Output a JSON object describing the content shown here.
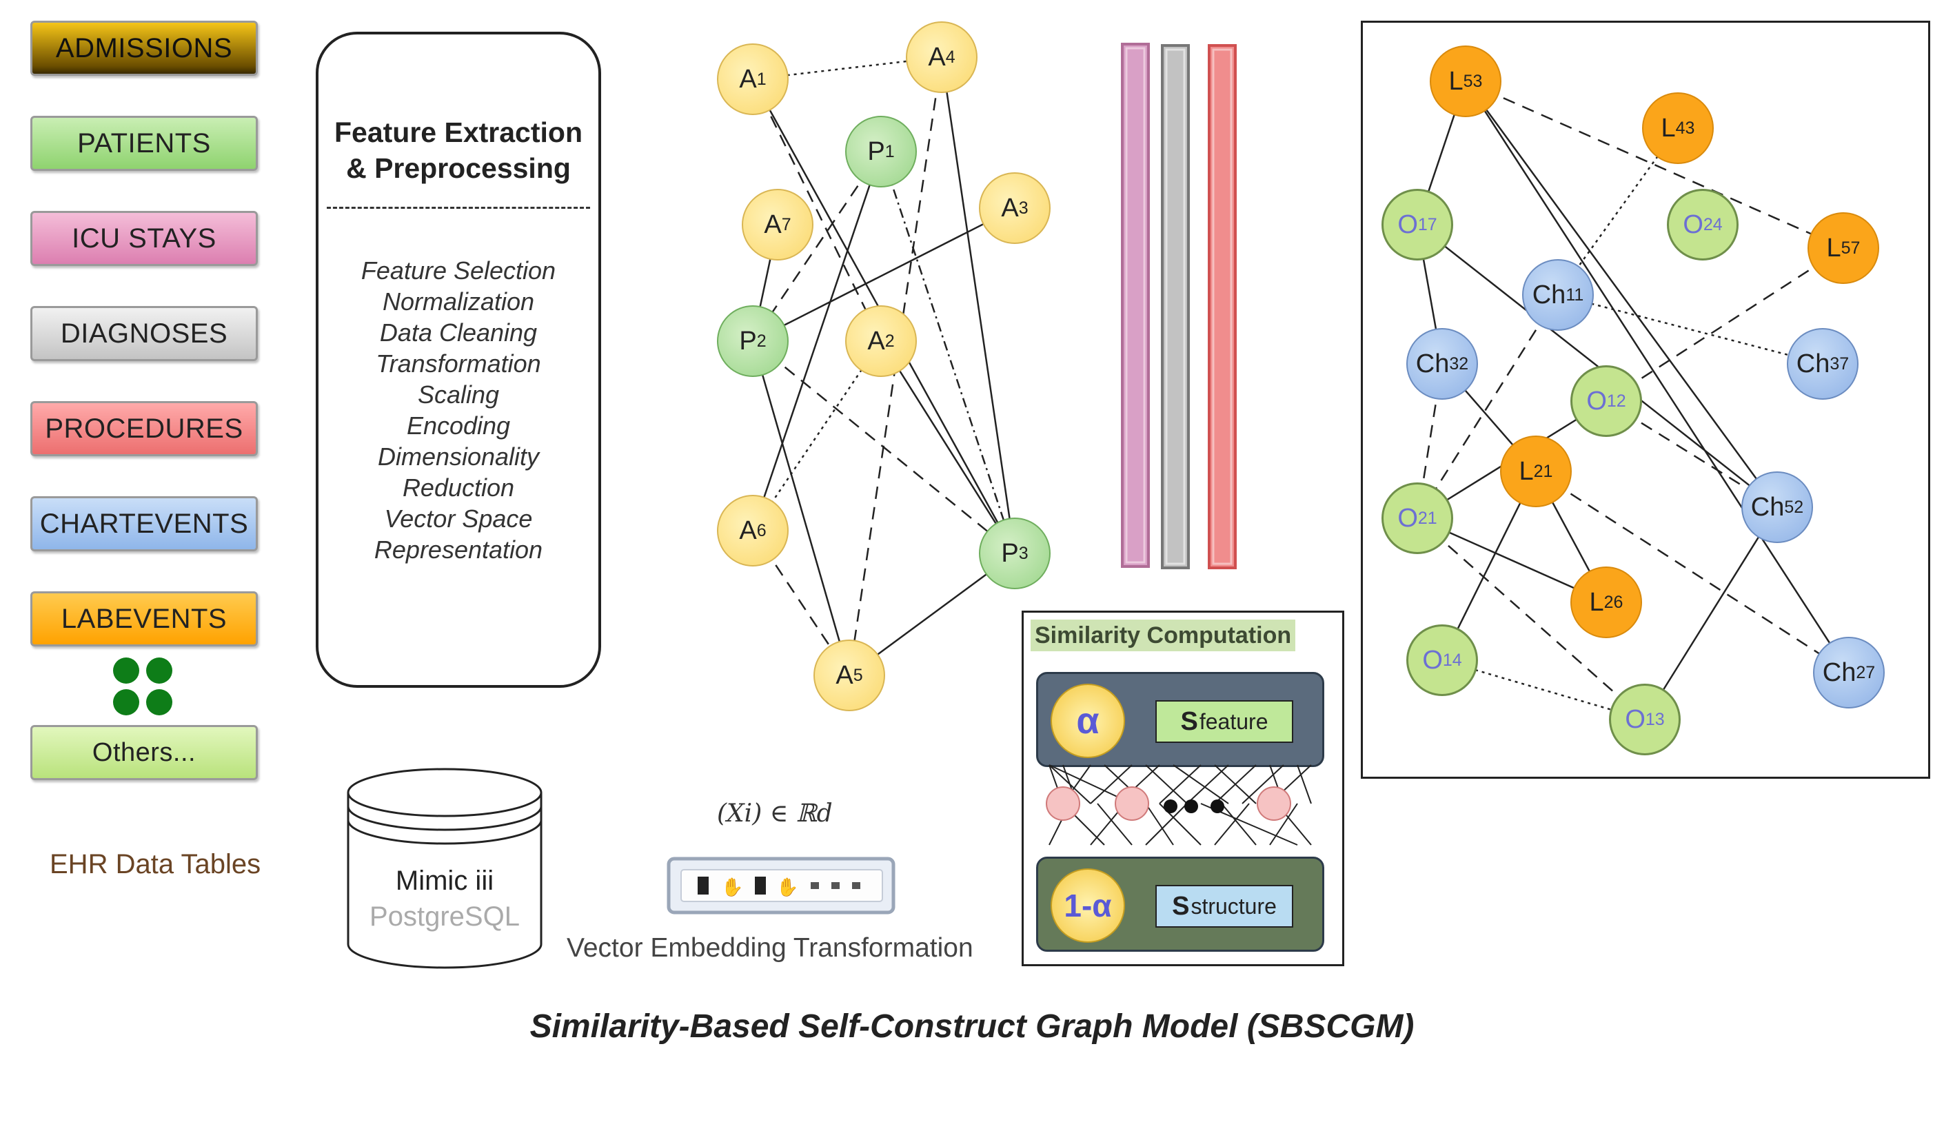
{
  "ehr_tables": {
    "items": [
      "ADMISSIONS",
      "PATIENTS",
      "ICU STAYS",
      "DIAGNOSES",
      "PROCEDURES",
      "CHARTEVENTS",
      "LABEVENTS"
    ],
    "others": "Others...",
    "caption": "EHR Data Tables"
  },
  "feature_extraction": {
    "title_line1": "Feature Extraction",
    "title_line2": "& Preprocessing",
    "steps": [
      "Feature Selection",
      "Normalization",
      "Data Cleaning",
      "Transformation",
      "Scaling",
      "Encoding",
      "Dimensionality",
      "Reduction",
      "Vector Space",
      "Representation"
    ]
  },
  "database": {
    "name": "Mimic iii",
    "engine": "PostgreSQL"
  },
  "embedding": {
    "formula": "(Xi) ∈ ℝd",
    "label": "Vector Embedding Transformation"
  },
  "patient_graph": {
    "nodes": [
      {
        "id": "A1",
        "letter": "A",
        "sub": "1",
        "kind": "admission"
      },
      {
        "id": "A4",
        "letter": "A",
        "sub": "4",
        "kind": "admission"
      },
      {
        "id": "P1",
        "letter": "P",
        "sub": "1",
        "kind": "patient"
      },
      {
        "id": "A7",
        "letter": "A",
        "sub": "7",
        "kind": "admission"
      },
      {
        "id": "A3",
        "letter": "A",
        "sub": "3",
        "kind": "admission"
      },
      {
        "id": "P2",
        "letter": "P",
        "sub": "2",
        "kind": "patient"
      },
      {
        "id": "A2",
        "letter": "A",
        "sub": "2",
        "kind": "admission"
      },
      {
        "id": "A6",
        "letter": "A",
        "sub": "6",
        "kind": "admission"
      },
      {
        "id": "P3",
        "letter": "P",
        "sub": "3",
        "kind": "patient"
      },
      {
        "id": "A5",
        "letter": "A",
        "sub": "5",
        "kind": "admission"
      }
    ]
  },
  "similarity": {
    "header": "Similarity Computation",
    "alpha": "α",
    "one_minus_alpha": "1-α",
    "s_feature": {
      "s": "S",
      "sub": "feature"
    },
    "s_structure": {
      "s": "S",
      "sub": "structure"
    }
  },
  "event_graph": {
    "nodes": [
      {
        "id": "L53",
        "letter": "L",
        "sub": "53",
        "kind": "lab"
      },
      {
        "id": "L43",
        "letter": "L",
        "sub": "43",
        "kind": "lab"
      },
      {
        "id": "O17",
        "letter": "O",
        "sub": "17",
        "kind": "other"
      },
      {
        "id": "O24",
        "letter": "O",
        "sub": "24",
        "kind": "other"
      },
      {
        "id": "L57",
        "letter": "L",
        "sub": "57",
        "kind": "lab"
      },
      {
        "id": "Ch11",
        "letter": "Ch",
        "sub": "11",
        "kind": "chart"
      },
      {
        "id": "Ch32",
        "letter": "Ch",
        "sub": "32",
        "kind": "chart"
      },
      {
        "id": "Ch37",
        "letter": "Ch",
        "sub": "37",
        "kind": "chart"
      },
      {
        "id": "O12",
        "letter": "O",
        "sub": "12",
        "kind": "other"
      },
      {
        "id": "L21",
        "letter": "L",
        "sub": "21",
        "kind": "lab"
      },
      {
        "id": "O21",
        "letter": "O",
        "sub": "21",
        "kind": "other"
      },
      {
        "id": "Ch52",
        "letter": "Ch",
        "sub": "52",
        "kind": "chart"
      },
      {
        "id": "L26",
        "letter": "L",
        "sub": "26",
        "kind": "lab"
      },
      {
        "id": "O14",
        "letter": "O",
        "sub": "14",
        "kind": "other"
      },
      {
        "id": "Ch27",
        "letter": "Ch",
        "sub": "27",
        "kind": "chart"
      },
      {
        "id": "O13",
        "letter": "O",
        "sub": "13",
        "kind": "other"
      }
    ]
  },
  "title": "Similarity-Based Self-Construct Graph Model (SBSCGM)",
  "colors": {
    "admission": "#fbd86c",
    "patient": "#9ad589",
    "lab": "#fba51a",
    "chart": "#8fb2e6",
    "other": "#c4e48f",
    "node_pink": "#f6c3c3"
  }
}
